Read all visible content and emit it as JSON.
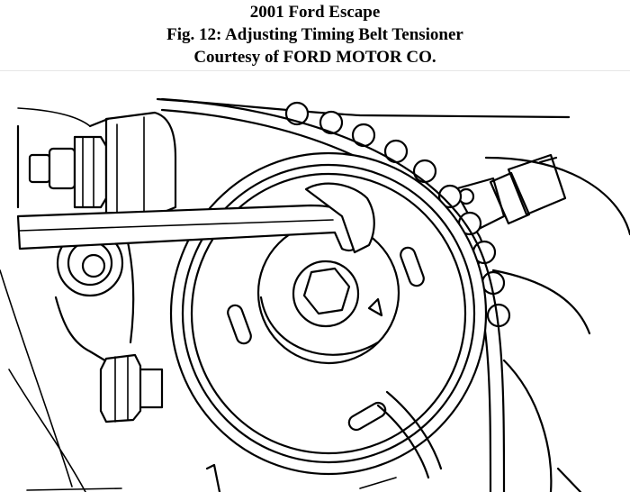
{
  "header": {
    "line1": "2001 Ford Escape",
    "line2": "Fig. 12: Adjusting Timing Belt Tensioner",
    "line3": "Courtesy of FORD MOTOR CO."
  },
  "figure": {
    "illustration": "timing-belt-tensioner-line-drawing",
    "stroke_color": "#000000",
    "background_color": "#ffffff"
  }
}
